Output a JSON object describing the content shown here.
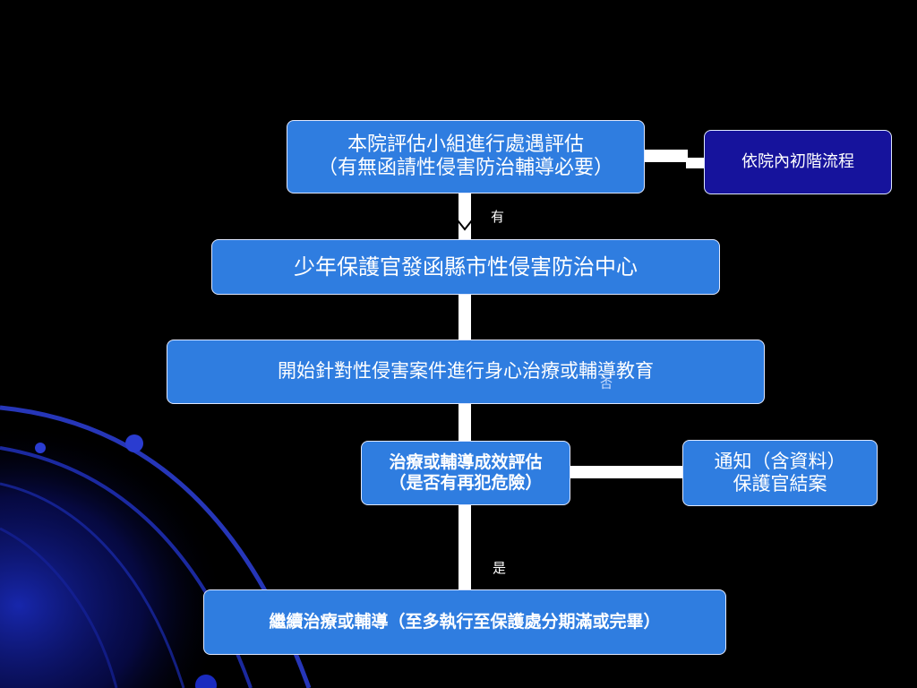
{
  "nodes": {
    "assess": {
      "line1": "本院評估小組進行處遇評估",
      "line2": "（有無函請性侵害防治輔導必要）"
    },
    "internal": {
      "text": "依院內初階流程"
    },
    "notify_center": {
      "text": "少年保護官發函縣市性侵害防治中心"
    },
    "treatment": {
      "text": "開始針對性侵害案件進行身心治療或輔導教育"
    },
    "evaluate": {
      "line1": "治療或輔導成效評估",
      "line2": "（是否有再犯危險）"
    },
    "close_case": {
      "line1": "通知（含資料）",
      "line2": "保護官結案"
    },
    "continue": {
      "text": "繼續治療或輔導（至多執行至保護處分期滿或完畢）"
    }
  },
  "labels": {
    "yes_have": "有",
    "no": "否",
    "yes": "是"
  },
  "colors": {
    "node_fill": "#2f7de0",
    "dark_node_fill": "#16139c",
    "background": "#000000",
    "connector": "#ffffff"
  }
}
